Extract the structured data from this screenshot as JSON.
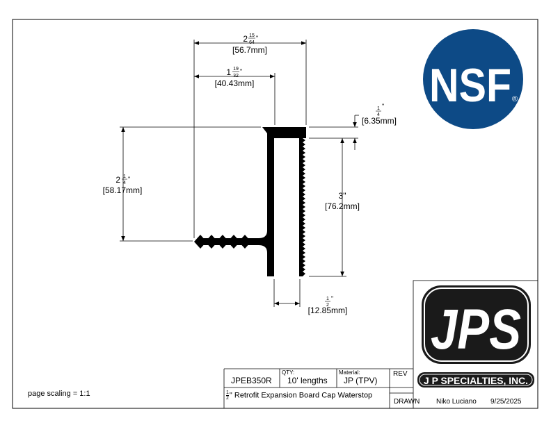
{
  "dimensions": {
    "top_overall": {
      "whole": "2",
      "num": "15",
      "den": "64",
      "unit": "\"",
      "mm": "[56.7mm]"
    },
    "top_inner": {
      "whole": "1",
      "num": "19",
      "den": "32",
      "unit": "\"",
      "mm": "[40.43mm]"
    },
    "right_thickness": {
      "num": "1",
      "den": "4",
      "unit": "\"",
      "mm": "[6.35mm]"
    },
    "right_height": {
      "value": "3\"",
      "mm": "[76.2mm]"
    },
    "left_height": {
      "whole": "2",
      "num": "1",
      "den": "4",
      "unit": "\"",
      "mm": "[58.17mm]"
    },
    "bottom_width": {
      "num": "1",
      "den": "2",
      "unit": "\"",
      "mm": "[12.85mm]"
    }
  },
  "logos": {
    "nsf": {
      "text": "NSF",
      "reg": "®",
      "color": "#0d4a86"
    },
    "jp": {
      "letters": "JPS",
      "banner": "J P SPECIALTIES, INC.",
      "color": "#000000"
    }
  },
  "title_block": {
    "part_number": "JPEB350R",
    "qty_label": "QTY:",
    "qty_value": "10' lengths",
    "material_label": "Material:",
    "material_value": "JP (TPV)",
    "rev_label": "REV",
    "description_frac_num": "1",
    "description_frac_den": "2",
    "description_unit": "\"",
    "description": "Retrofit Expansion Board Cap Waterstop",
    "drawn_label": "DRAWN",
    "drawn_by": "Niko Luciano",
    "date": "9/25/2025"
  },
  "page_scaling": "page scaling = 1:1"
}
